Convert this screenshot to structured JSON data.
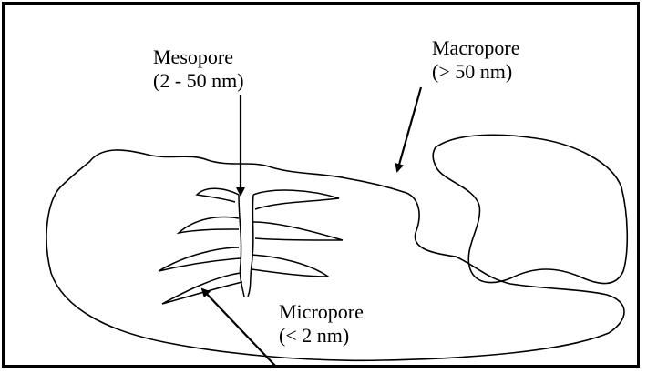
{
  "labels": {
    "mesopore": {
      "name": "Mesopore",
      "size": "(2 - 50 nm)"
    },
    "macropore": {
      "name": "Macropore",
      "size": "(> 50 nm)"
    },
    "micropore": {
      "name": "Micropore",
      "size": "(< 2 nm)"
    }
  },
  "colors": {
    "ink": "#000000",
    "background": "#ffffff"
  }
}
